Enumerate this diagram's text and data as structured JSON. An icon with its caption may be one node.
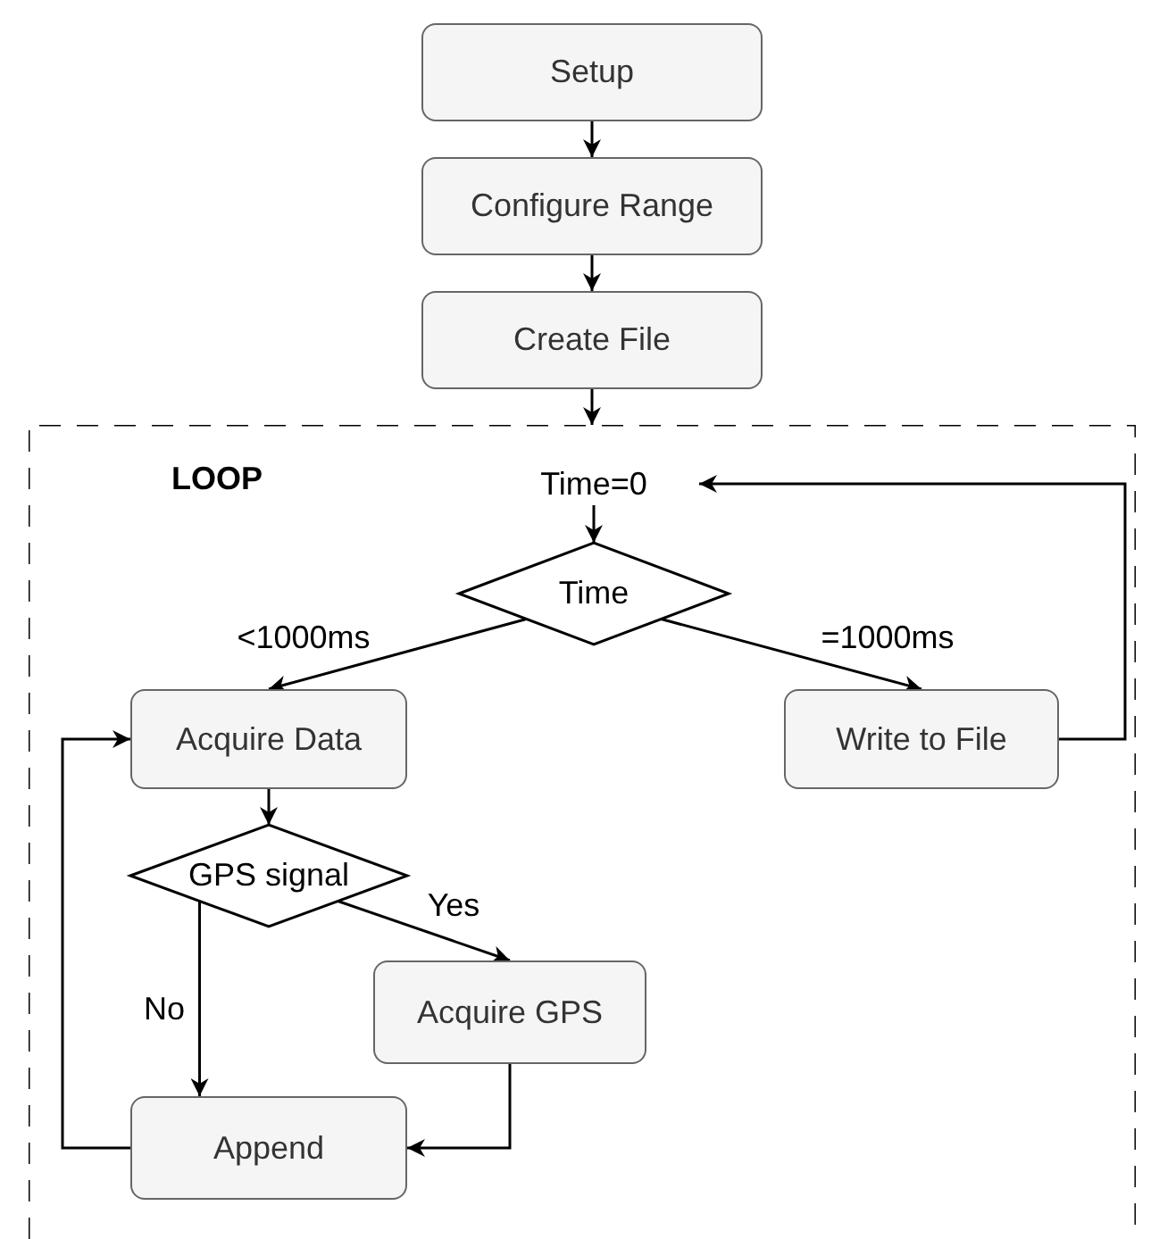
{
  "diagram": {
    "nodes": [
      {
        "text": [
          "Setup"
        ]
      },
      {
        "text": [
          "Configure Range"
        ]
      },
      {
        "text": [
          "Create File"
        ]
      },
      {
        "text": [
          "LOOP"
        ]
      },
      {
        "text": [
          "Time=0"
        ],
        "in": 3
      },
      {
        "text": [
          "Time"
        ],
        "in": 3
      },
      {
        "text": [
          "Acquire Data"
        ],
        "in": 3
      },
      {
        "text": [
          "Write to File"
        ],
        "in": 3
      },
      {
        "text": [
          "GPS signal"
        ],
        "in": 3
      },
      {
        "text": [
          "Acquire GPS"
        ],
        "in": 3
      },
      {
        "text": [
          "Append"
        ],
        "in": 3
      }
    ],
    "edges": [
      {
        "from": 0,
        "to": 1,
        "arrow": "to"
      },
      {
        "from": 1,
        "to": 2,
        "arrow": "to"
      },
      {
        "from": 2,
        "to": 3,
        "arrow": "to"
      },
      {
        "from": 4,
        "to": 5,
        "arrow": "to"
      },
      {
        "from": 5,
        "to": 6,
        "label": "<1000ms",
        "arrow": "to"
      },
      {
        "from": 5,
        "to": 7,
        "label": "=1000ms",
        "arrow": "to"
      },
      {
        "from": 7,
        "to": 4,
        "arrow": "to"
      },
      {
        "from": 6,
        "to": 8,
        "arrow": "to"
      },
      {
        "from": 8,
        "to": 9,
        "label": "Yes",
        "arrow": "to"
      },
      {
        "from": 8,
        "to": 10,
        "label": "No",
        "arrow": "to"
      },
      {
        "from": 9,
        "to": 10,
        "arrow": "to"
      },
      {
        "from": 10,
        "to": 6,
        "arrow": "to"
      }
    ]
  }
}
